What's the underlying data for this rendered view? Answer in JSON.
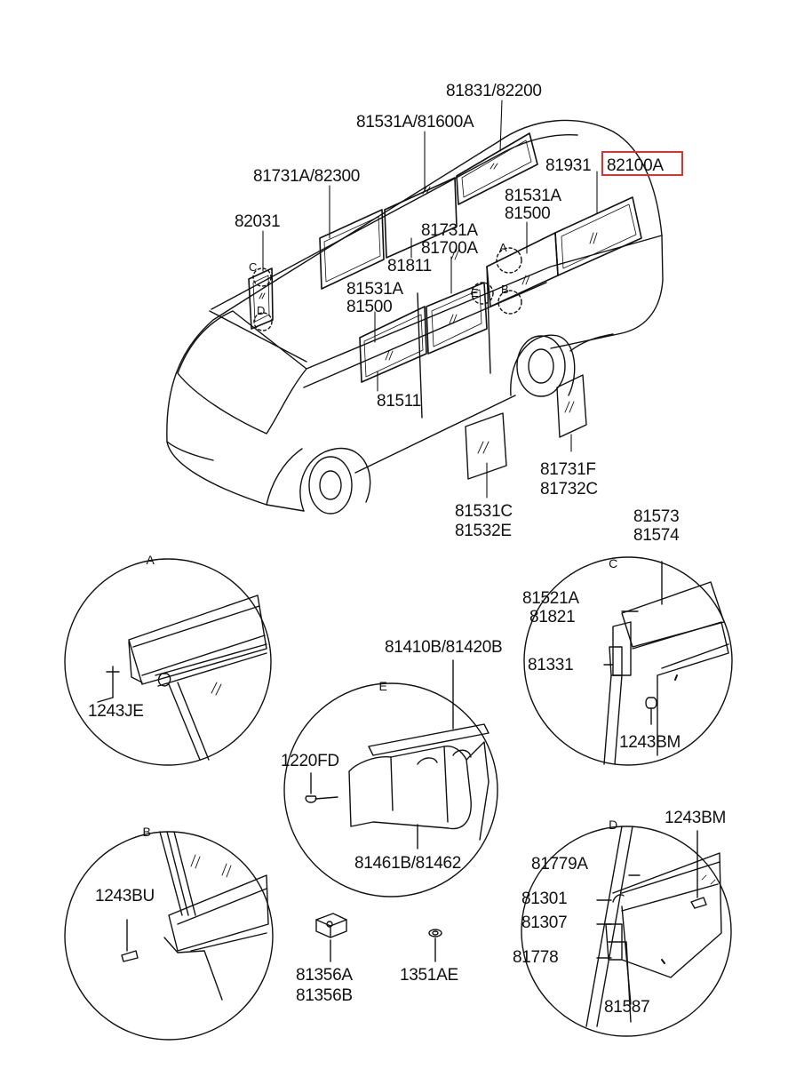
{
  "diagram": {
    "part_labels": {
      "p81831_82200": "81831/82200",
      "p81531A_81600A": "81531A/81600A",
      "p81931": "81931",
      "p82100A": "82100A",
      "p81731A_82300": "81731A/82300",
      "p82031": "82031",
      "p81531A_top": "81531A",
      "p81500_top": "81500",
      "p81731A_mid": "81731A",
      "p81700A": "81700A",
      "p81811": "81811",
      "p81531A_low": "81531A",
      "p81500_low": "81500",
      "p81511": "81511",
      "p81731F": "81731F",
      "p81732C": "81732C",
      "p81531C": "81531C",
      "p81532E": "81532E",
      "p81573": "81573",
      "p81574": "81574",
      "p81521A": "81521A",
      "p81821": "81821",
      "p81331": "81331",
      "p1243BM_c": "1243BM",
      "p1243JE": "1243JE",
      "p81410B_81420B": "81410B/81420B",
      "p1220FD": "1220FD",
      "p81461B_81462": "81461B/81462",
      "p1243BU": "1243BU",
      "p81356A": "81356A",
      "p81356B": "81356B",
      "p1351AE": "1351AE",
      "p1243BM_d": "1243BM",
      "p81779A": "81779A",
      "p81301": "81301",
      "p81307": "81307",
      "p81778": "81778",
      "p81587": "81587"
    },
    "callouts": {
      "A": "A",
      "B": "B",
      "C": "C",
      "D": "D",
      "E": "E"
    },
    "detail_titles": {
      "A": "A",
      "B": "B",
      "C": "C",
      "D": "D",
      "E": "E"
    },
    "highlighted_part": "82100A",
    "highlight_color": "#e03030"
  }
}
